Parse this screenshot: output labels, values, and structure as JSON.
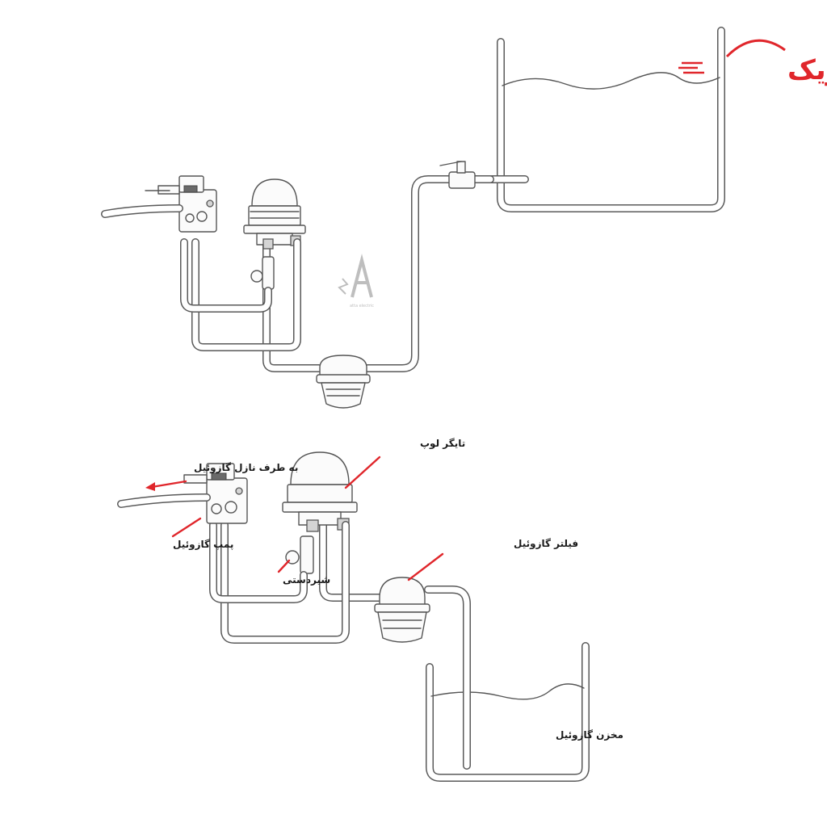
{
  "brand": {
    "logo_text": "آتاالکتریک",
    "logo_color": "#e0262b",
    "watermark": "atta electric"
  },
  "colors": {
    "line": "#555555",
    "arrow": "#e0262b",
    "label": "#1a1a1a"
  },
  "diagrams": [
    {
      "id": "gravity-feed",
      "tank_position": "above pump"
    },
    {
      "id": "suction-lift",
      "tank_position": "below pump"
    }
  ],
  "labels": {
    "tiger_loop": "تایگر لوپ",
    "to_nozzle": "به طرف نازل گازوئیل",
    "pump": "پمپ گازوئیل",
    "manual_valve": "شیردستی",
    "filter": "فیلتر گازوئیل",
    "tank": "مخزن گازوئیل"
  },
  "icons": [
    "flow-direction-arrow-icon",
    "watermark-a-icon",
    "logo-swoosh-icon"
  ]
}
